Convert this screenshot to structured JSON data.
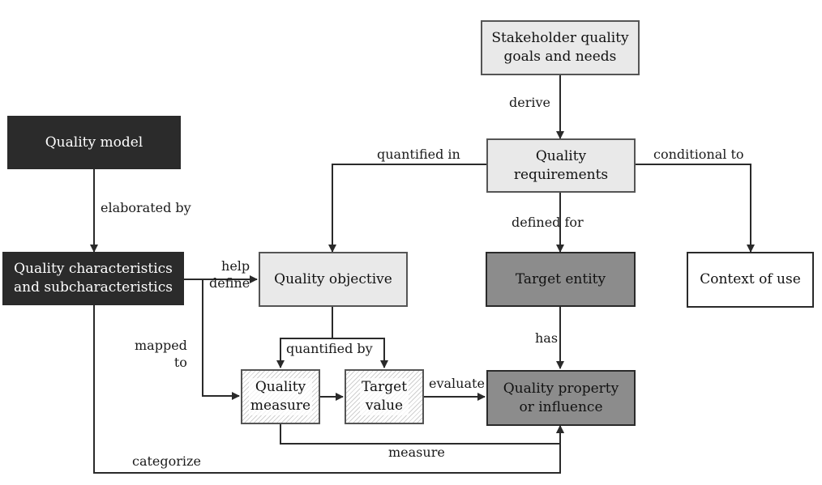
{
  "diagram": {
    "nodes": {
      "stakeholder_goals": "Stakeholder quality\ngoals and needs",
      "quality_model": "Quality model",
      "quality_requirements": "Quality\nrequirements",
      "quality_characteristics": "Quality characteristics\nand subcharacteristics",
      "quality_objective": "Quality objective",
      "target_entity": "Target entity",
      "context_of_use": "Context of use",
      "quality_measure": "Quality\nmeasure",
      "target_value": "Target\nvalue",
      "quality_property": "Quality property\nor influence"
    },
    "edges": {
      "derive": "derive",
      "quantified_in": "quantified in",
      "conditional_to": "conditional to",
      "elaborated_by": "elaborated by",
      "defined_for": "defined for",
      "help_define": "help\ndefine",
      "mapped_to": "mapped\nto",
      "quantified_by": "quantified by",
      "has": "has",
      "evaluate": "evaluate",
      "measure": "measure",
      "categorize": "categorize"
    },
    "colors": {
      "dark_fill": "#2b2b2b",
      "mid_fill": "#8c8c8c",
      "light_fill": "#e9e9e9",
      "line": "#2a2a2a"
    }
  }
}
